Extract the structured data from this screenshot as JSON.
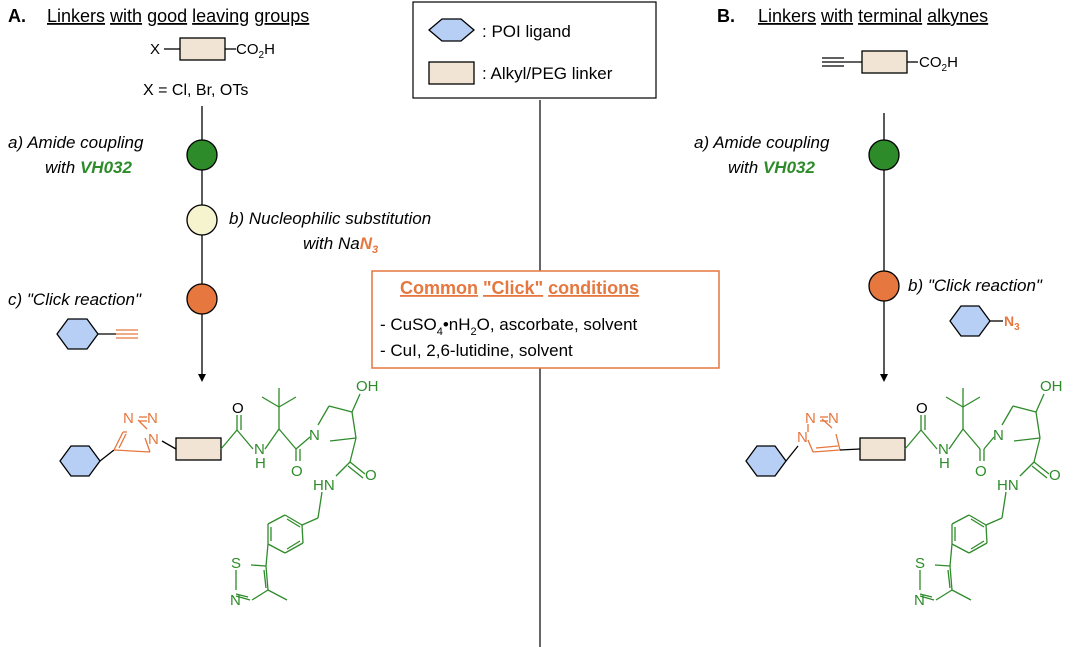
{
  "colors": {
    "green": "#2e8b2a",
    "orange": "#e5773f",
    "poi_fill": "#b7cef5",
    "linker_fill": "#f1e4d4",
    "step_b_fill": "#f6f3cf",
    "line": "#000000"
  },
  "legend": {
    "poi_label": ": POI ligand",
    "linker_label": ": Alkyl/PEG linker"
  },
  "panel_a": {
    "letter": "A.",
    "title_words": [
      "Linkers",
      "with",
      "good",
      "leaving",
      "groups"
    ],
    "x_label": "X",
    "co2h": "CO",
    "co2h_sub": "2",
    "co2h_tail": "H",
    "x_def": "X = Cl, Br, OTs",
    "step_a_line1": "a) Amide coupling",
    "step_a_with": "with ",
    "step_a_reagent": "VH032",
    "step_b_line1": "b) Nucleophilic substitution",
    "step_b_with": "with Na",
    "step_b_reagent": "N",
    "step_b_reagent_sub": "3",
    "step_c": "c) \"Click reaction\""
  },
  "panel_b": {
    "letter": "B.",
    "title_words": [
      "Linkers",
      "with",
      "terminal",
      "alkynes"
    ],
    "co2h": "CO",
    "co2h_sub": "2",
    "co2h_tail": "H",
    "step_a_line1": "a) Amide coupling",
    "step_a_with": "with ",
    "step_a_reagent": "VH032",
    "step_b": "b) \"Click reaction\"",
    "azide": "N",
    "azide_sub": "3"
  },
  "conditions": {
    "title_words": [
      "Common",
      "\"Click\"",
      "conditions"
    ],
    "line1_prefix": "- CuSO",
    "line1_sub1": "4",
    "line1_mid": "•nH",
    "line1_sub2": "2",
    "line1_suffix": "O, ascorbate, solvent",
    "line2": "- CuI, 2,6-lutidine, solvent"
  },
  "structure_labels": {
    "triazole_n_top_left": "N",
    "triazole_n_top_right": "N",
    "triazole_n_attach": "N",
    "amide_o": "O",
    "amide_n": "N",
    "amide_h": "H",
    "ketone_o": "O",
    "ring_n": "N",
    "oh": "OH",
    "amide2_o": "O",
    "amide2_hn": "HN",
    "thiazole_s": "S",
    "thiazole_n": "N"
  }
}
